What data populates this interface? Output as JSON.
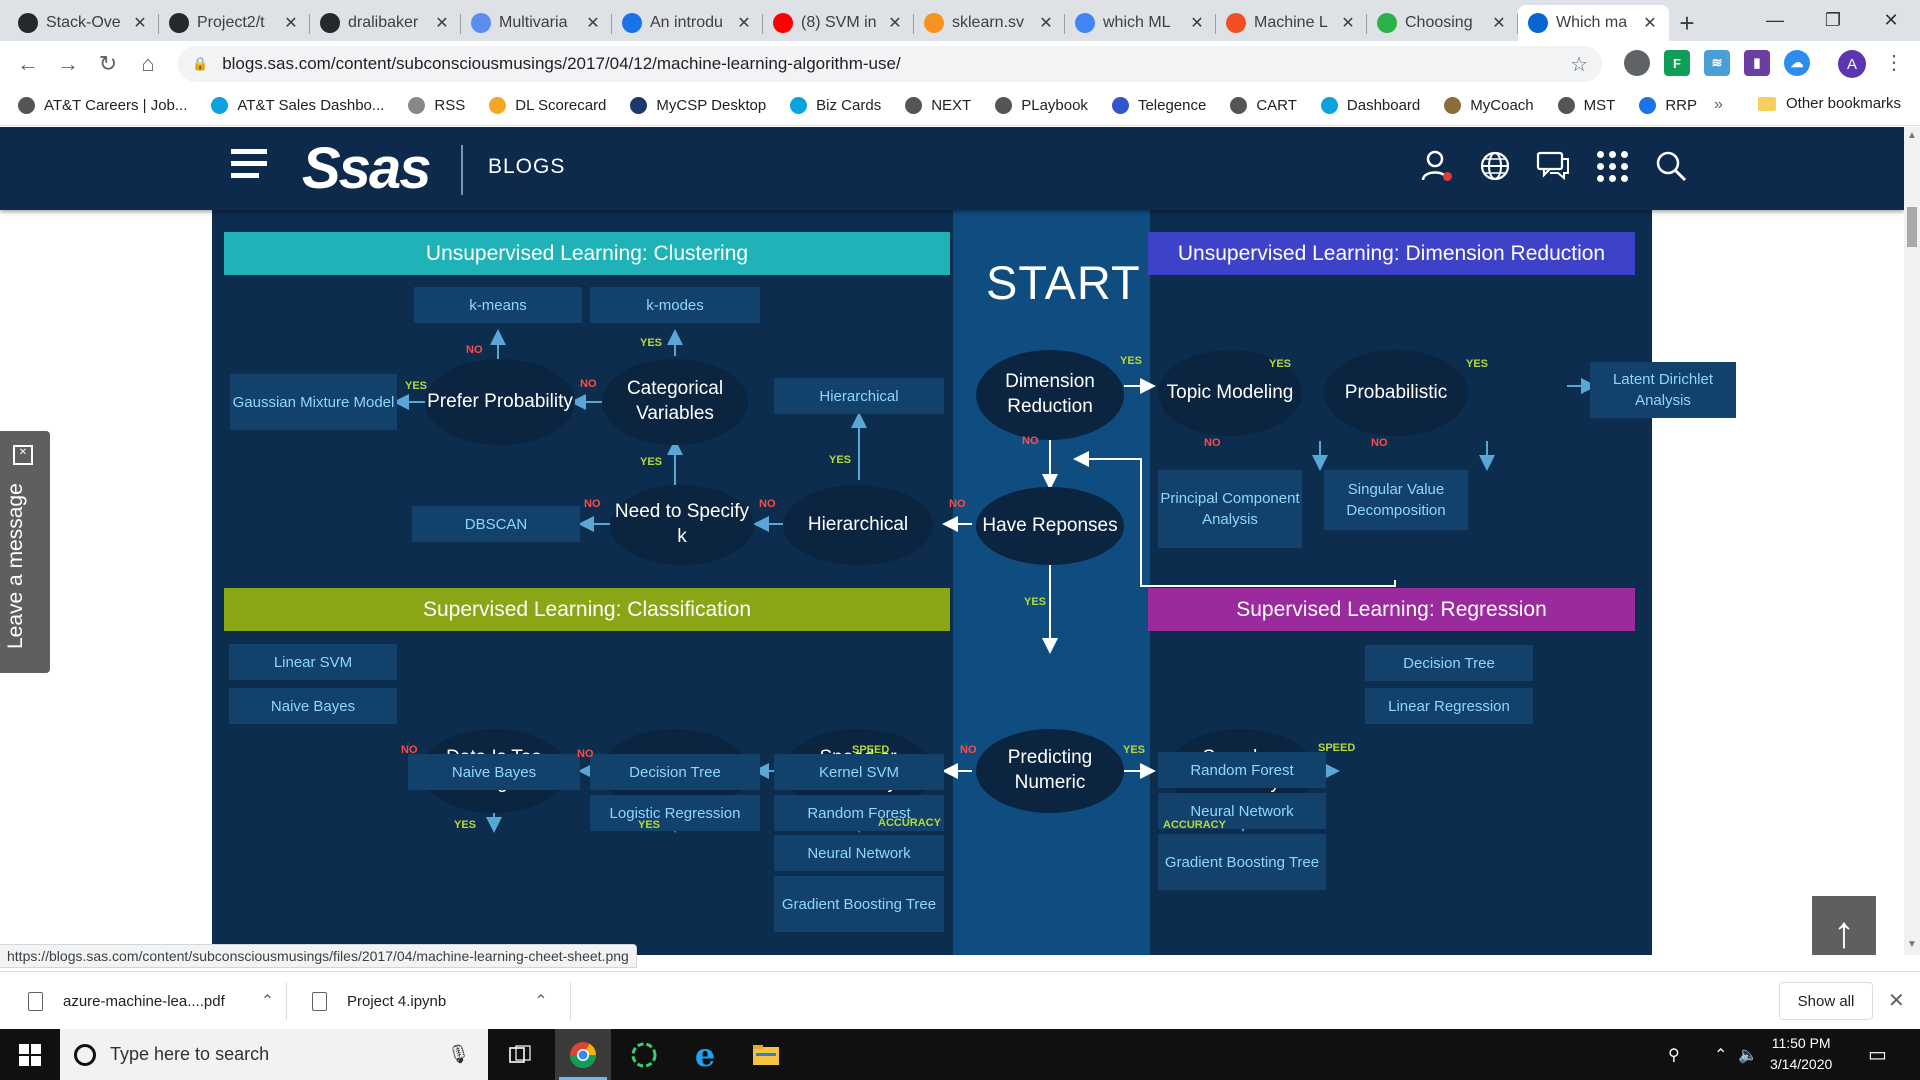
{
  "browser": {
    "tabs": [
      {
        "title": "Stack-Ove",
        "icon": "github-icon",
        "color": "#24292e"
      },
      {
        "title": "Project2/t",
        "icon": "github-icon",
        "color": "#24292e"
      },
      {
        "title": "dralibaker",
        "icon": "github-icon",
        "color": "#24292e"
      },
      {
        "title": "Multivaria",
        "icon": "ds-icon",
        "color": "#5b8def"
      },
      {
        "title": "An introdu",
        "icon": "shield-icon",
        "color": "#1a73e8"
      },
      {
        "title": "(8) SVM in",
        "icon": "youtube-icon",
        "color": "#ff0000"
      },
      {
        "title": "sklearn.sv",
        "icon": "chart-icon",
        "color": "#f7931e"
      },
      {
        "title": "which ML",
        "icon": "google-icon",
        "color": "#4285f4"
      },
      {
        "title": "Machine L",
        "icon": "microsoft-icon",
        "color": "#f25022"
      },
      {
        "title": "Choosing",
        "icon": "feedly-icon",
        "color": "#2bb24c"
      },
      {
        "title": "Which ma",
        "icon": "sas-icon",
        "color": "#0766d1",
        "active": true
      }
    ],
    "new_tab": "+",
    "window_controls": {
      "minimize": "—",
      "maximize": "❐",
      "close": "✕"
    },
    "url": "blogs.sas.com/content/subconsciousmusings/2017/04/12/machine-learning-algorithm-use/",
    "profile_initial": "A",
    "bookmarks": [
      {
        "label": "AT&T Careers | Job...",
        "color": "#555"
      },
      {
        "label": "AT&T Sales Dashbo...",
        "color": "#0aa2e0"
      },
      {
        "label": "RSS",
        "color": "#888"
      },
      {
        "label": "DL Scorecard",
        "color": "#f5a623"
      },
      {
        "label": "MyCSP Desktop",
        "color": "#1b3a6b"
      },
      {
        "label": "Biz Cards",
        "color": "#0aa2e0"
      },
      {
        "label": "NEXT",
        "color": "#555"
      },
      {
        "label": "PLaybook",
        "color": "#555"
      },
      {
        "label": "Telegence",
        "color": "#3355cc"
      },
      {
        "label": "CART",
        "color": "#555"
      },
      {
        "label": "Dashboard",
        "color": "#0aa2e0"
      },
      {
        "label": "MyCoach",
        "color": "#8a6d3b"
      },
      {
        "label": "MST",
        "color": "#555"
      },
      {
        "label": "RRP",
        "color": "#1a73e8"
      }
    ],
    "bookmarks_more": "»",
    "other_bookmarks": "Other bookmarks"
  },
  "sas": {
    "logo": "Ssas",
    "section": "BLOGS",
    "icons": [
      "user-icon",
      "globe-icon",
      "chat-icon",
      "apps-icon",
      "search-icon"
    ]
  },
  "cheatsheet": {
    "start": "START",
    "bands": {
      "clustering": {
        "label": "Unsupervised Learning: Clustering",
        "color": "#1fb3b8"
      },
      "dimension": {
        "label": "Unsupervised Learning: Dimension Reduction",
        "color": "#3d42c9"
      },
      "classification": {
        "label": "Supervised Learning: Classification",
        "color": "#8aa617"
      },
      "regression": {
        "label": "Supervised Learning: Regression",
        "color": "#9b2a9f"
      }
    },
    "nodes": {
      "prefer_probability": "Prefer Probability",
      "categorical_variables": "Categorical Variables",
      "need_to_specify_k": "Need to Specify k",
      "hierarchical_q": "Hierarchical",
      "dimension_reduction": "Dimension Reduction",
      "have_responses": "Have Reponses",
      "predicting_numeric": "Predicting Numeric",
      "topic_modeling": "Topic Modeling",
      "probabilistic": "Probabilistic",
      "data_is_too_large": "Data Is Too Large",
      "explainable": "Explainable",
      "speed_or_accuracy_cls": "Speed or Accuracy",
      "speed_or_accuracy_reg": "Speed or Accuracy"
    },
    "boxes": {
      "k_means": "k-means",
      "k_modes": "k-modes",
      "gaussian_mixture": "Gaussian Mixture Model",
      "hierarchical": "Hierarchical",
      "dbscan": "DBSCAN",
      "lda": "Latent Dirichlet Analysis",
      "pca": "Principal Component Analysis",
      "svd": "Singular Value Decomposition",
      "linear_svm": "Linear SVM",
      "naive_bayes_1": "Naive Bayes",
      "naive_bayes_2": "Naive Bayes",
      "decision_tree_cls": "Decision Tree",
      "logistic_regression": "Logistic Regression",
      "kernel_svm": "Kernel SVM",
      "random_forest_cls": "Random Forest",
      "neural_network_cls": "Neural Network",
      "gbt_cls": "Gradient Boosting Tree",
      "decision_tree_reg": "Decision Tree",
      "linear_regression": "Linear Regression",
      "random_forest_reg": "Random Forest",
      "neural_network_reg": "Neural Network",
      "gbt_reg": "Gradient Boosting Tree"
    },
    "labels": {
      "yes": "YES",
      "no": "NO",
      "speed": "SPEED",
      "accuracy": "ACCURACY"
    }
  },
  "widgets": {
    "leave_message": "Leave a message",
    "scroll_top": "↑"
  },
  "status_url": "https://blogs.sas.com/content/subconsciousmusings/files/2017/04/machine-learning-cheet-sheet.png",
  "downloads": {
    "items": [
      "azure-machine-lea....pdf",
      "Project 4.ipynb"
    ],
    "show_all": "Show all"
  },
  "taskbar": {
    "search_placeholder": "Type here to search",
    "time": "11:50 PM",
    "date": "3/14/2020"
  }
}
